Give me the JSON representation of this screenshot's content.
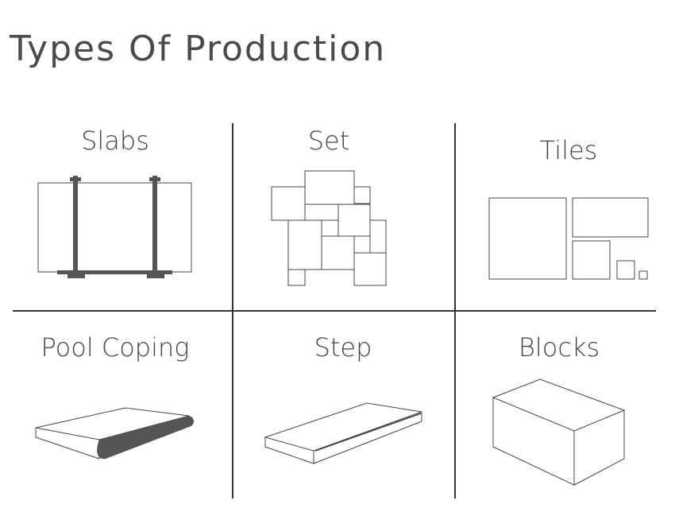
{
  "title": "Types Of Production",
  "categories": [
    {
      "label": "Slabs",
      "icon": "slabs-icon"
    },
    {
      "label": "Set",
      "icon": "set-pattern-icon"
    },
    {
      "label": "Tiles",
      "icon": "tiles-icon"
    },
    {
      "label": "Pool Coping",
      "icon": "pool-coping-icon"
    },
    {
      "label": "Step",
      "icon": "step-icon"
    },
    {
      "label": "Blocks",
      "icon": "block-icon"
    }
  ],
  "colors": {
    "text": "#444444",
    "line": "#333333",
    "fill_dark": "#555555"
  }
}
